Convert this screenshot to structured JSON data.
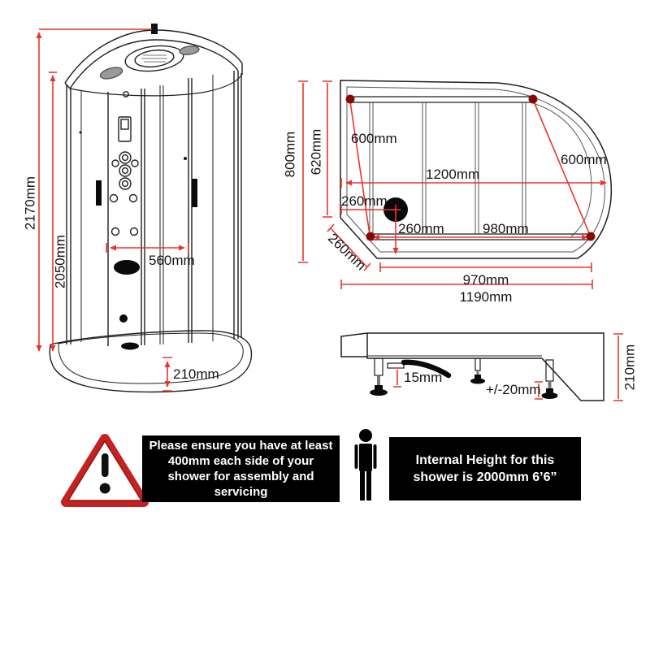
{
  "title": "Offset quadrant shower cabin dimensions diagram",
  "cabin_view": {
    "total_height": "2170mm",
    "glass_height": "2050mm",
    "internal_width": "560mm",
    "tray_height": "210mm"
  },
  "plan_view": {
    "overall_depth": "800mm",
    "internal_depth": "620mm",
    "left_door_glass": "600mm",
    "right_door_glass": "600mm",
    "overall_width": "1200mm",
    "waste_offset_left": "260mm",
    "waste_offset_front": "260mm",
    "back_panel_width": "980mm",
    "corner_cut": "260mm",
    "base_front_width": "970mm",
    "base_overall_width": "1190mm"
  },
  "side_view": {
    "pipe_clearance": "15mm",
    "foot_adjustment": "+/-20mm",
    "tray_height": "210mm"
  },
  "notices": {
    "clearance": "Please ensure you have at least 400mm each side of your shower for assembly and servicing",
    "internal_height": "Internal Height for this shower is 2000mm 6’6”"
  },
  "icons": {
    "warning": "warning-triangle-icon",
    "person": "person-icon"
  },
  "colors": {
    "dimension_line": "#e8352e",
    "marker_dot": "#7c0b03",
    "banner_background": "#000000",
    "banner_text": "#ffffff",
    "warning_red": "#c62121",
    "outline": "#1f1f1f"
  }
}
